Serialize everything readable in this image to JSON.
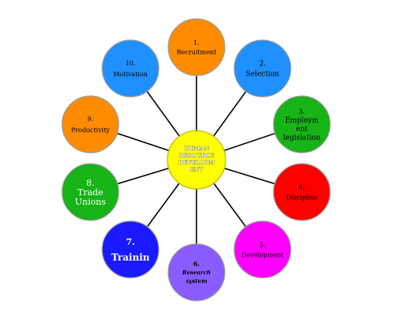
{
  "center": {
    "lines": [
      "HUMAN",
      "RESOURCE",
      "DEVELOPM",
      "ENT"
    ],
    "fill": "#ffff00",
    "text_color": "#ffffff"
  },
  "nodes": [
    {
      "id": "recruitment",
      "lines": [
        "1.",
        "Recruitment"
      ],
      "fill": "#ff8c00",
      "text_color": "#000000"
    },
    {
      "id": "selection",
      "lines": [
        "2.",
        "Selection"
      ],
      "fill": "#1e90ff",
      "text_color": "#000000"
    },
    {
      "id": "employment-legislation",
      "lines": [
        "3.",
        "Employm",
        "ent",
        "legislation"
      ],
      "fill": "#16b416",
      "text_color": "#000000"
    },
    {
      "id": "discipline",
      "lines": [
        "4.",
        "Discipline"
      ],
      "fill": "#ff0000",
      "text_color": "#000000"
    },
    {
      "id": "development",
      "lines": [
        "5.",
        "Development"
      ],
      "fill": "#ff00ff",
      "text_color": "#000000"
    },
    {
      "id": "research",
      "lines": [
        "6.",
        "Research",
        "system"
      ],
      "fill": "#8a5cff",
      "text_color": "#000000"
    },
    {
      "id": "training",
      "lines": [
        "7.",
        "Trainin"
      ],
      "fill": "#1a1aff",
      "text_color": "#ffffff"
    },
    {
      "id": "trade-unions",
      "lines": [
        "8.",
        "Trade",
        "Unions"
      ],
      "fill": "#16b416",
      "text_color": "#ffffff"
    },
    {
      "id": "productivity",
      "lines": [
        "9.",
        "Productivity"
      ],
      "fill": "#ff8c00",
      "text_color": "#000000"
    },
    {
      "id": "motivation",
      "lines": [
        "10.",
        "Motivation"
      ],
      "fill": "#1e90ff",
      "text_color": "#000000"
    }
  ]
}
